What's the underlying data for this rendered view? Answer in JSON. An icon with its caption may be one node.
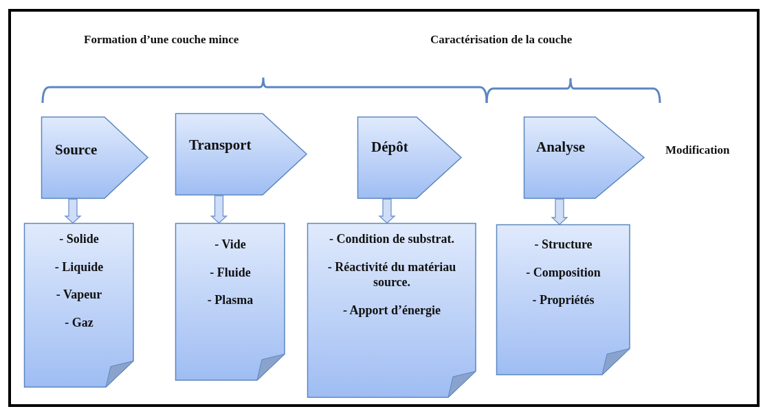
{
  "diagram": {
    "nodes": [
      {
        "text": [
          "Source"
        ]
      },
      {
        "text": [
          "Transport"
        ]
      },
      {
        "text": [
          "Dépôt"
        ]
      },
      {
        "text": [
          "Analyse"
        ]
      },
      {
        "text": [
          "- Solide",
          "- Liquide",
          "- Vapeur",
          "- Gaz"
        ]
      },
      {
        "text": [
          "- Vide",
          "- Fluide",
          "- Plasma"
        ]
      },
      {
        "text": [
          "- Condition de substrat.",
          "- Réactivité du matériau source.",
          "- Apport d’énergie"
        ]
      },
      {
        "text": [
          "- Structure",
          "- Composition",
          "- Propriétés"
        ]
      }
    ],
    "edges": [
      {
        "from": 0,
        "to": 4,
        "arrow": "to"
      },
      {
        "from": 1,
        "to": 5,
        "arrow": "to"
      },
      {
        "from": 2,
        "to": 6,
        "arrow": "to"
      },
      {
        "from": 3,
        "to": 7,
        "arrow": "to"
      }
    ],
    "labels": [
      "Formation d’une couche mince",
      "Caractérisation de la couche",
      "Modification"
    ]
  }
}
